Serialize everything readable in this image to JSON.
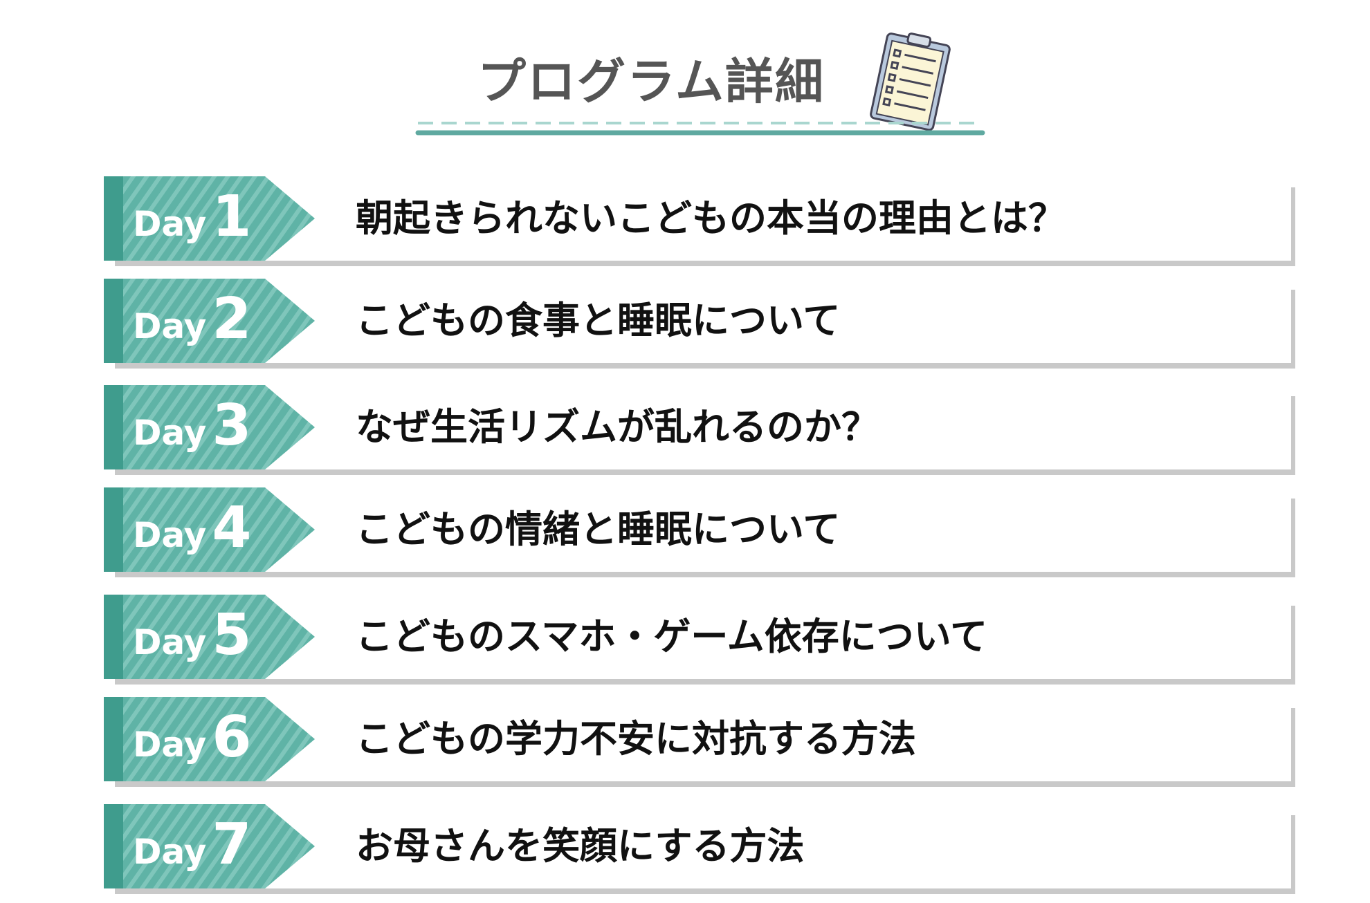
{
  "header": {
    "title": "プログラム詳細",
    "icon": "clipboard-icon"
  },
  "colors": {
    "teal": "#5fb3a6",
    "teal_dark": "#3f9c8d",
    "stripe": "#7fc6bb",
    "shadow": "#c9c9c9"
  },
  "days": [
    {
      "label": "Day",
      "number": "1",
      "title": "朝起きられないこどもの本当の理由とは？"
    },
    {
      "label": "Day",
      "number": "2",
      "title": "こどもの食事と睡眠について"
    },
    {
      "label": "Day",
      "number": "3",
      "title": "なぜ生活リズムが乱れるのか？"
    },
    {
      "label": "Day",
      "number": "4",
      "title": "こどもの情緒と睡眠について"
    },
    {
      "label": "Day",
      "number": "5",
      "title": "こどものスマホ・ゲーム依存について"
    },
    {
      "label": "Day",
      "number": "6",
      "title": "こどもの学力不安に対抗する方法"
    },
    {
      "label": "Day",
      "number": "7",
      "title": "お母さんを笑顔にする方法"
    }
  ]
}
